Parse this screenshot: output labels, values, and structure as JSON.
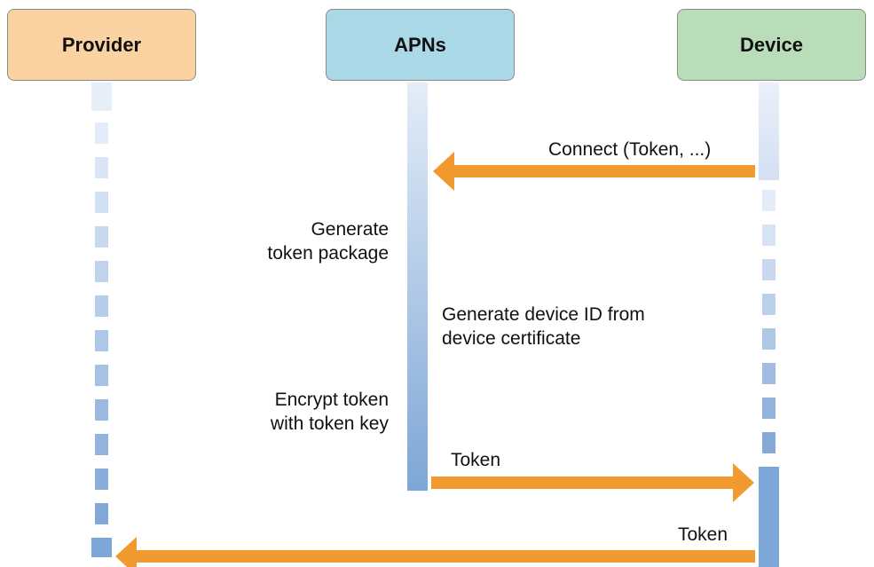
{
  "actors": {
    "provider": "Provider",
    "apns": "APNs",
    "device": "Device"
  },
  "messages": {
    "connect": "Connect (Token, ...)",
    "token_to_device": "Token",
    "token_to_provider": "Token"
  },
  "notes": {
    "generate_package_line1": "Generate",
    "generate_package_line2": "token package",
    "device_id_line1": "Generate device ID from",
    "device_id_line2": "device certificate",
    "encrypt_line1": "Encrypt token",
    "encrypt_line2": "with token key"
  },
  "colors": {
    "provider_fill": "#fbd3a3",
    "apns_fill": "#aad8e6",
    "device_fill": "#b8ddb8",
    "arrow": "#f09a30",
    "lifeline": "#7aa3d4"
  }
}
